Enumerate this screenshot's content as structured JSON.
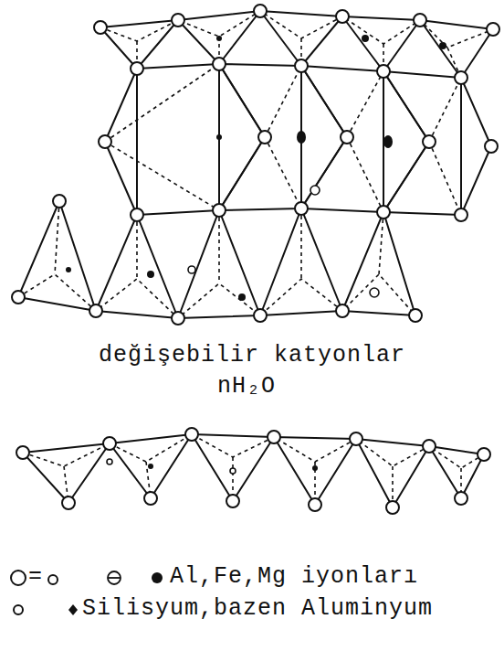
{
  "diagram": {
    "labels": [
      "değişebilir katyonlar",
      "nH₂O",
      "="
    ],
    "legend": [
      {
        "text": "Al,Fe,Mg iyonları"
      },
      {
        "text": "Silisyum,bazen Aluminyum"
      }
    ]
  }
}
